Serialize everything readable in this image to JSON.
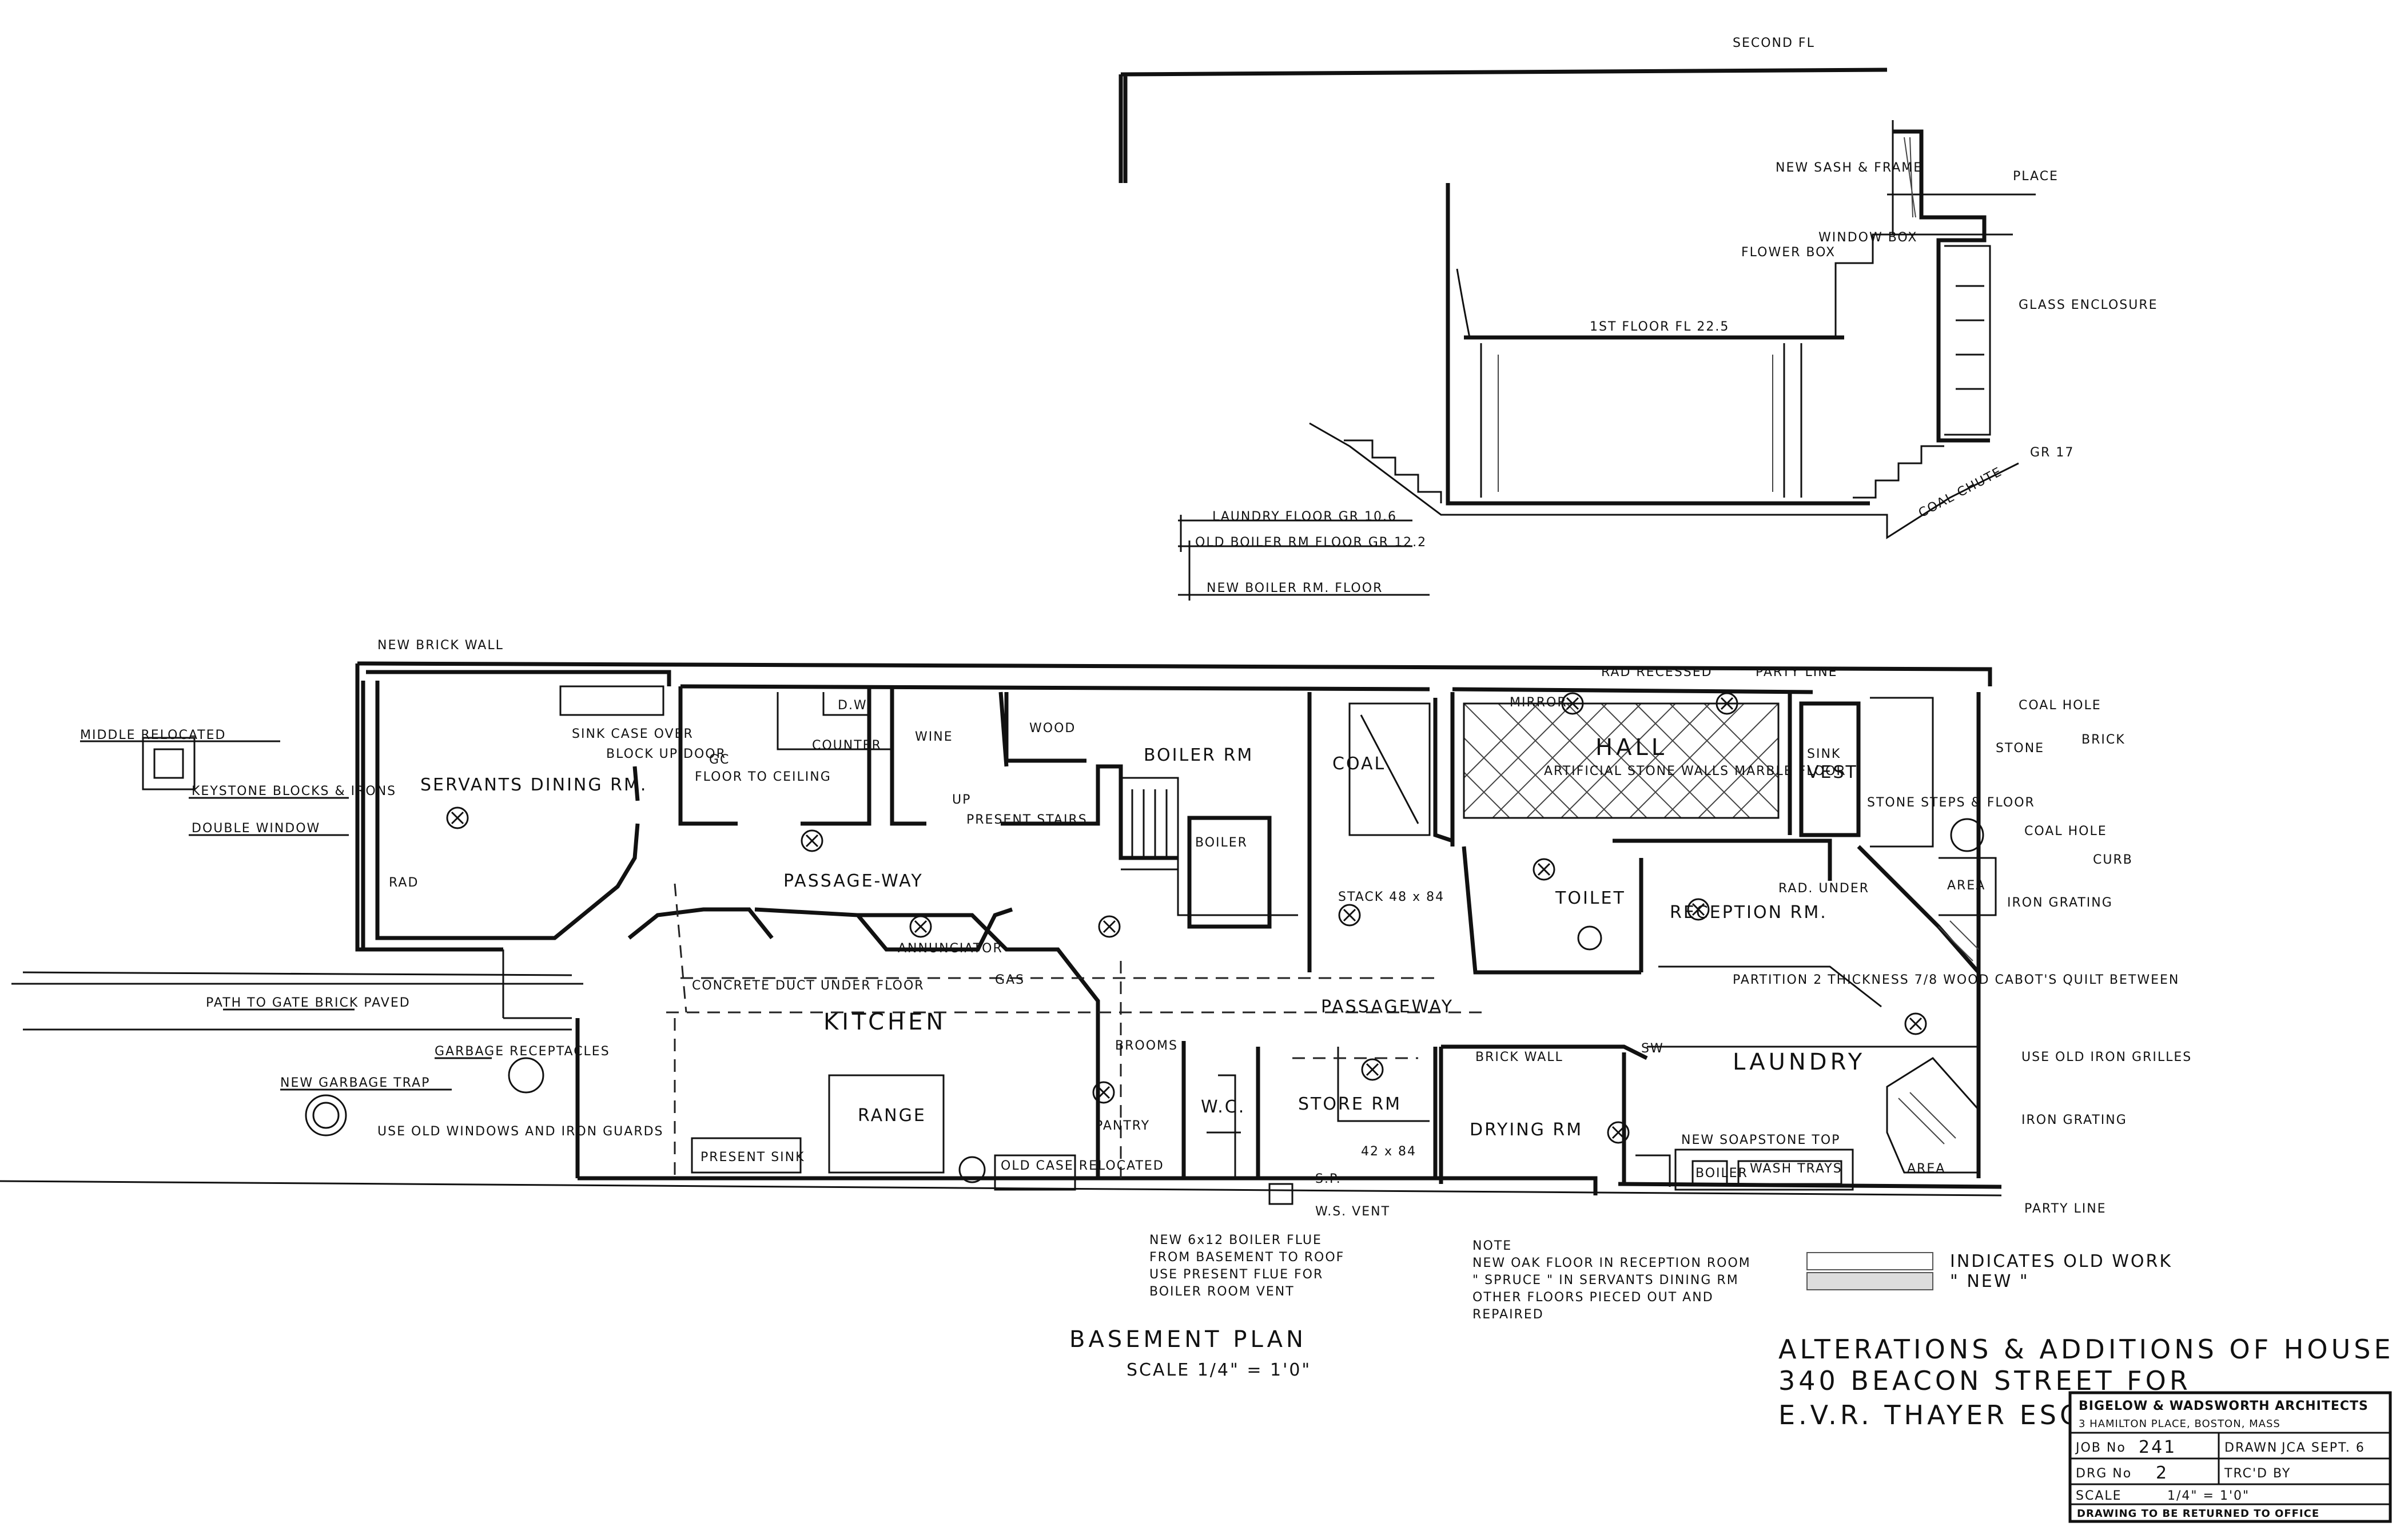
{
  "section": {
    "top_label": "SECOND FL",
    "new_sash_frame": "NEW SASH & FRAME",
    "place": "PLACE",
    "window_box": "WINDOW BOX",
    "flower_box": "FLOWER BOX",
    "glass_enclosure": "GLASS ENCLOSURE",
    "first_floor": "1ST FLOOR FL 22.5",
    "grade": "GR 17",
    "coal_chute": "COAL CHUTE",
    "laundry_floor": "LAUNDRY FLOOR GR 10.6",
    "old_boiler_floor": "OLD BOILER RM FLOOR GR 12.2",
    "new_boiler_floor": "NEW BOILER RM. FLOOR"
  },
  "plan": {
    "new_brick_wall": "NEW BRICK WALL",
    "middle_relocated": "MIDDLE RELOCATED",
    "keystone_blocks": "KEYSTONE BLOCKS & IRONS",
    "double_window": "DOUBLE WINDOW",
    "path_to_gate": "PATH TO GATE BRICK PAVED",
    "garbage_receptacles": "GARBAGE RECEPTACLES",
    "new_garbage_trap": "NEW GARBAGE TRAP",
    "use_old_windows": "USE OLD WINDOWS AND IRON GUARDS",
    "sink_case": "SINK CASE OVER",
    "block_door": "BLOCK UP DOOR",
    "servants_dining": "SERVANTS DINING RM.",
    "rad": "RAD",
    "gc": "GC",
    "floor_to_ceiling": "FLOOR TO CEILING",
    "dw": "D.W.",
    "counter": "COUNTER",
    "wine": "WINE",
    "wood": "WOOD",
    "up": "UP",
    "present_stairs": "PRESENT STAIRS",
    "boiler_rm": "BOILER RM",
    "boiler": "BOILER",
    "coal": "COAL",
    "passage_way": "PASSAGE-WAY",
    "annunciator": "ANNUNCIATOR",
    "concrete_duct": "CONCRETE DUCT UNDER FLOOR",
    "gas": "GAS",
    "kitchen": "KITCHEN",
    "stack": "STACK 48 x 84",
    "passage": "PASSAGEWAY",
    "rad_recessed": "RAD RECESSED",
    "party_line": "PARTY LINE",
    "mirror": "MIRROR",
    "hall": "HALL",
    "artificial_stone": "ARTIFICIAL STONE WALLS MARBLE FLOOR",
    "sink": "SINK",
    "vest": "VEST",
    "stone_steps": "STONE STEPS & FLOOR",
    "coal_hole_top": "COAL HOLE",
    "brick": "BRICK",
    "stone": "STONE",
    "coal_hole": "COAL HOLE",
    "curb": "CURB",
    "iron_grating": "IRON GRATING",
    "toilet": "TOILET",
    "rad_under": "RAD. UNDER",
    "reception_rm": "RECEPTION RM.",
    "partition": "PARTITION 2 THICKNESS 7/8 WOOD CABOT'S QUILT BETWEEN",
    "area": "AREA",
    "brooms": "BROOMS",
    "range": "RANGE",
    "present_sink": "PRESENT SINK",
    "old_case": "OLD CASE RELOCATED",
    "pantry": "PANTRY",
    "wc": "W.C.",
    "store_rm": "STORE RM",
    "store_size": "42 x 84",
    "sp": "S.P.",
    "ws_vent": "W.S. VENT",
    "brick_wall": "BRICK WALL",
    "drying_rm": "DRYING RM",
    "laundry": "LAUNDRY",
    "new_soapstone_top": "NEW SOAPSTONE TOP",
    "boiler_small": "BOILER",
    "wash_trays": "WASH TRAYS",
    "use_old_iron_grilles": "USE OLD IRON GRILLES",
    "party_line_bottom": "PARTY LINE",
    "sw": "SW"
  },
  "notes": {
    "boiler_flue": [
      "NEW 6x12 BOILER FLUE",
      "FROM BASEMENT TO ROOF",
      "USE PRESENT FLUE FOR",
      "BOILER ROOM VENT"
    ],
    "note_title": "NOTE",
    "note_lines": [
      "NEW OAK FLOOR IN RECEPTION ROOM",
      "\" SPRUCE \" IN SERVANTS DINING RM",
      "OTHER FLOORS PIECED OUT AND",
      "REPAIRED"
    ],
    "legend_old": "INDICATES OLD WORK",
    "legend_new": "\"        NEW \""
  },
  "titles": {
    "plan_title": "BASEMENT PLAN",
    "plan_scale": "SCALE 1/4\" = 1'0\"",
    "project_line1": "ALTERATIONS & ADDITIONS OF HOUSE",
    "project_line2": "340 BEACON STREET FOR",
    "project_line3": "E.V.R. THAYER ESQ."
  },
  "title_block": {
    "firm": "BIGELOW & WADSWORTH ARCHITECTS",
    "address": "3 HAMILTON PLACE, BOSTON, MASS",
    "job_no_label": "JOB No",
    "job_no": "241",
    "drawn_label": "DRAWN",
    "drawn": "JCA SEPT. 6",
    "drg_no_label": "DRG No",
    "drg_no": "2",
    "traced_label": "TRC'D BY",
    "scale_label": "SCALE",
    "scale": "1/4\" = 1'0\"",
    "return_note": "DRAWING TO BE RETURNED TO OFFICE"
  }
}
